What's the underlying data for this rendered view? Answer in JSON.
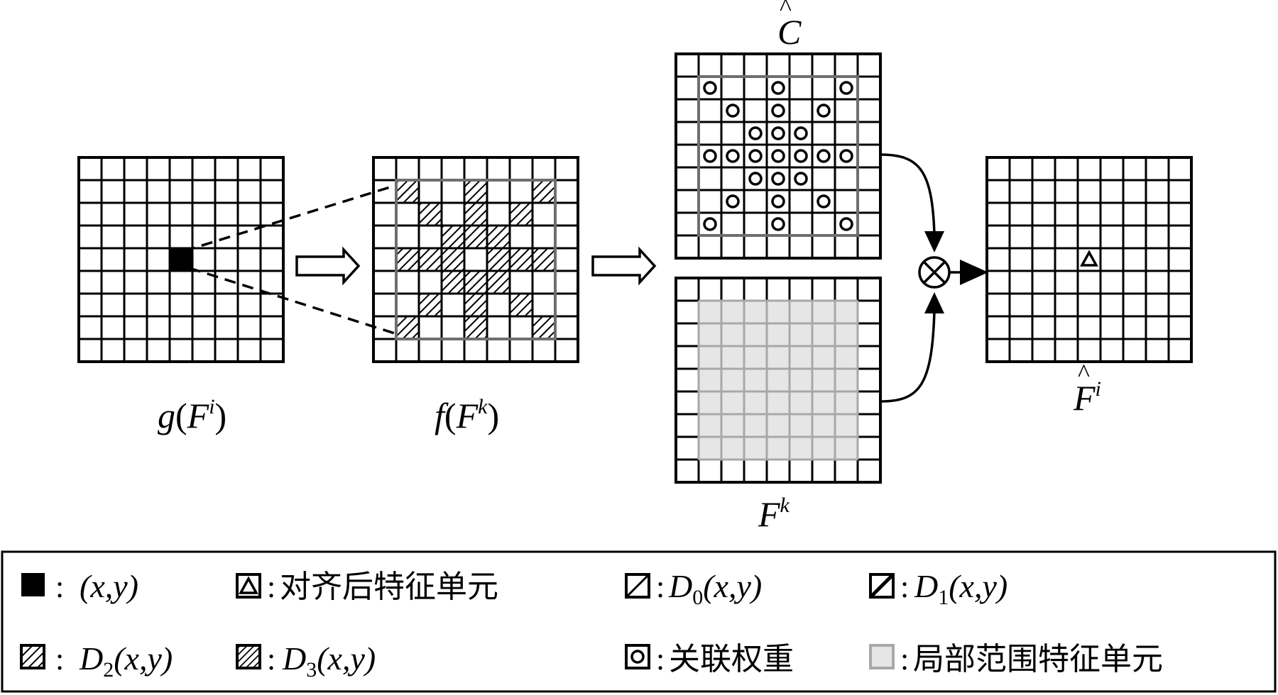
{
  "grid_size": 9,
  "panels": {
    "g": {
      "label_fn": "g",
      "label_base": "F",
      "label_sup": "i"
    },
    "f": {
      "label_fn": "f",
      "label_base": "F",
      "label_sup": "k"
    },
    "c": {
      "label_base": "C",
      "label_hat": "^"
    },
    "fk": {
      "label_base": "F",
      "label_sup": "k"
    },
    "out": {
      "label_base": "F",
      "label_sup": "i",
      "label_hat": "^"
    }
  },
  "operator_symbol": "⊗",
  "legend": {
    "row1": [
      {
        "sym": "filled",
        "colon": ":",
        "math": "(x,y)"
      },
      {
        "sym": "triangle",
        "colon": ":",
        "text": "对齐后特征单元"
      },
      {
        "sym": "d0",
        "colon": ":",
        "D": "D",
        "sub": "0",
        "args": "(x,y)"
      },
      {
        "sym": "d1",
        "colon": ":",
        "D": "D",
        "sub": "1",
        "args": "(x,y)"
      }
    ],
    "row2": [
      {
        "sym": "d2",
        "colon": ":",
        "D": "D",
        "sub": "2",
        "args": "(x,y)"
      },
      {
        "sym": "d3",
        "colon": ":",
        "D": "D",
        "sub": "3",
        "args": "(x,y)"
      },
      {
        "sym": "circle",
        "colon": ":",
        "text": "关联权重"
      },
      {
        "sym": "gray",
        "colon": ":",
        "text": "局部范围特征单元"
      }
    ]
  },
  "colors": {
    "line": "#000000",
    "gray_box": "#6e6e6e",
    "local_fill": "#e6e6e6",
    "local_line": "#a8a8a8"
  }
}
